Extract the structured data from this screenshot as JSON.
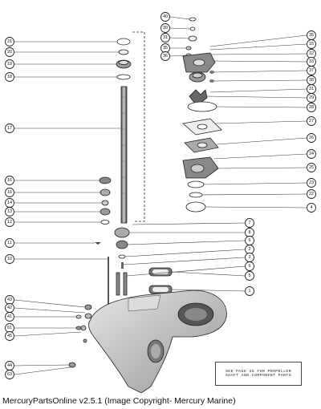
{
  "diagram": {
    "note_line1": "SEE PAGE 35 FOR PROPELLER",
    "note_line2": "SHAFT AND COMPONENT PARTS",
    "callouts_left": [
      "21",
      "20",
      "19",
      "18",
      "17",
      "16",
      "15",
      "14",
      "13",
      "12",
      "11",
      "10",
      "43",
      "42",
      "41",
      "61",
      "45",
      "44",
      "63"
    ],
    "callouts_right": [
      "40",
      "39",
      "31",
      "35",
      "36",
      "35",
      "15",
      "32",
      "33",
      "37",
      "38",
      "31",
      "29",
      "28",
      "27",
      "26",
      "24",
      "25",
      "23",
      "22",
      "4",
      "7",
      "8",
      "6",
      "2",
      "3",
      "6",
      "5",
      "1"
    ]
  },
  "footer": {
    "caption": "MercuryPartsOnline v2.5.1 (Image Copyright- Mercury Marine)"
  },
  "colors": {
    "ink": "#222222",
    "housing": "#c9c9c9",
    "background": "#ffffff"
  }
}
